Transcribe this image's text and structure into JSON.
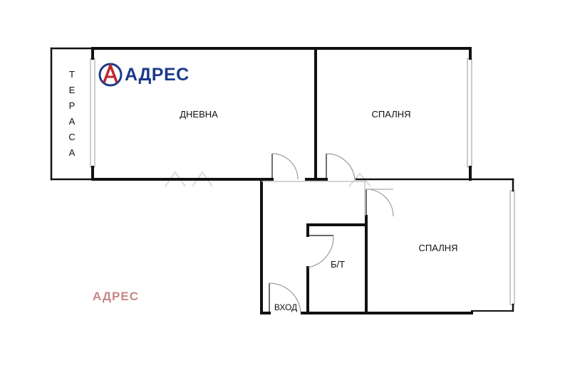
{
  "logo": {
    "name": "АДРЕС",
    "icon": "letter-a-logo-icon",
    "color": "#1c3a8a",
    "accent": "#c0262c"
  },
  "watermark": {
    "text": "АДРЕС",
    "color": "#c98686"
  },
  "rooms": {
    "living": "ДНЕВНА",
    "bedroom1": "СПАЛНЯ",
    "bedroom2": "СПАЛНЯ",
    "bathroom": "Б/Т",
    "entrance": "ВХОД",
    "terrace_letters": [
      "Т",
      "Е",
      "Р",
      "А",
      "С",
      "А"
    ]
  }
}
